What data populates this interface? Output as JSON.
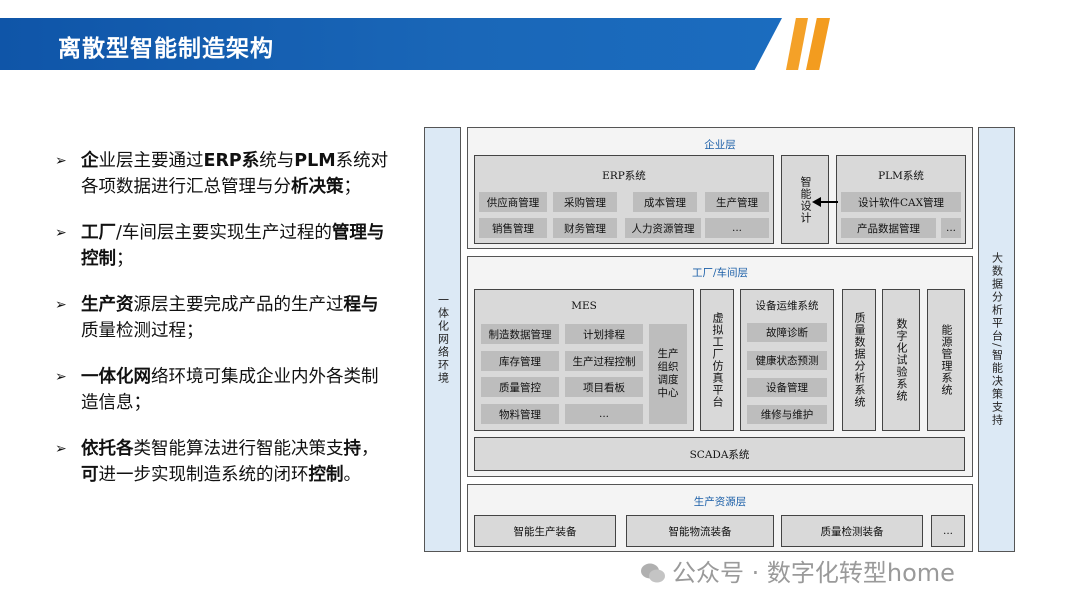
{
  "header": {
    "title": "离散型智能制造架构"
  },
  "bullets": [
    {
      "bold": "企",
      "text": "业层主要通过",
      "bold2": "ERP系",
      "text2": "统与",
      "bold3": "PLM",
      "text3": "系统对各项数据进行汇总管理与分",
      "bold4": "析决策",
      "text4": "；"
    },
    {
      "bold": "工厂",
      "text": "/车间层主要实现生产过程的",
      "bold2": "管理与控制",
      "text2": "；"
    },
    {
      "bold": "生产资",
      "text": "源层主要完成产品的生产过",
      "bold2": "程与",
      "text2": "质量检测过程；"
    },
    {
      "bold": "一体化网",
      "text": "络环境可集成企业内外各类制造信息；"
    },
    {
      "bold": "依托各",
      "text": "类智能算法进行智能决策支",
      "bold2": "持",
      "text2": "，",
      "bold3": "可",
      "text3": "进一步实现制造系统的闭环",
      "bold4": "控制",
      "text4": "。"
    }
  ],
  "diagram": {
    "left_column": "一体化网络环境",
    "right_column": "大数据分析平台/智能决策支持",
    "enterprise": {
      "title": "企业层",
      "erp": {
        "title": "ERP系统",
        "items": [
          "供应商管理",
          "采购管理",
          "成本管理",
          "生产管理",
          "销售管理",
          "财务管理",
          "人力资源管理",
          "..."
        ]
      },
      "smart_design": "智能设计",
      "plm": {
        "title": "PLM系统",
        "items": [
          "设计软件CAX管理",
          "产品数据管理",
          "..."
        ]
      }
    },
    "factory": {
      "title": "工厂/车间层",
      "mes": {
        "title": "MES",
        "items": [
          "制造数据管理",
          "计划排程",
          "库存管理",
          "生产过程控制",
          "质量管控",
          "项目看板",
          "物料管理",
          "..."
        ],
        "center": "生产组织调度中心"
      },
      "virtual": "虚拟工厂仿真平台",
      "equipment": {
        "title": "设备运维系统",
        "items": [
          "故障诊断",
          "健康状态预测",
          "设备管理",
          "维修与维护"
        ]
      },
      "quality": "质量数据分析系统",
      "digital": "数字化试验系统",
      "energy": "能源管理系统",
      "scada": "SCADA系统"
    },
    "resource": {
      "title": "生产资源层",
      "items": [
        "智能生产装备",
        "智能物流装备",
        "质量检测装备",
        "..."
      ]
    }
  },
  "watermark": "公众号 · 数字化转型home",
  "colors": {
    "banner": "#1565b5",
    "accent": "#f4a128",
    "layer_title": "#1b5fa8",
    "side_column": "#dce9f5"
  }
}
